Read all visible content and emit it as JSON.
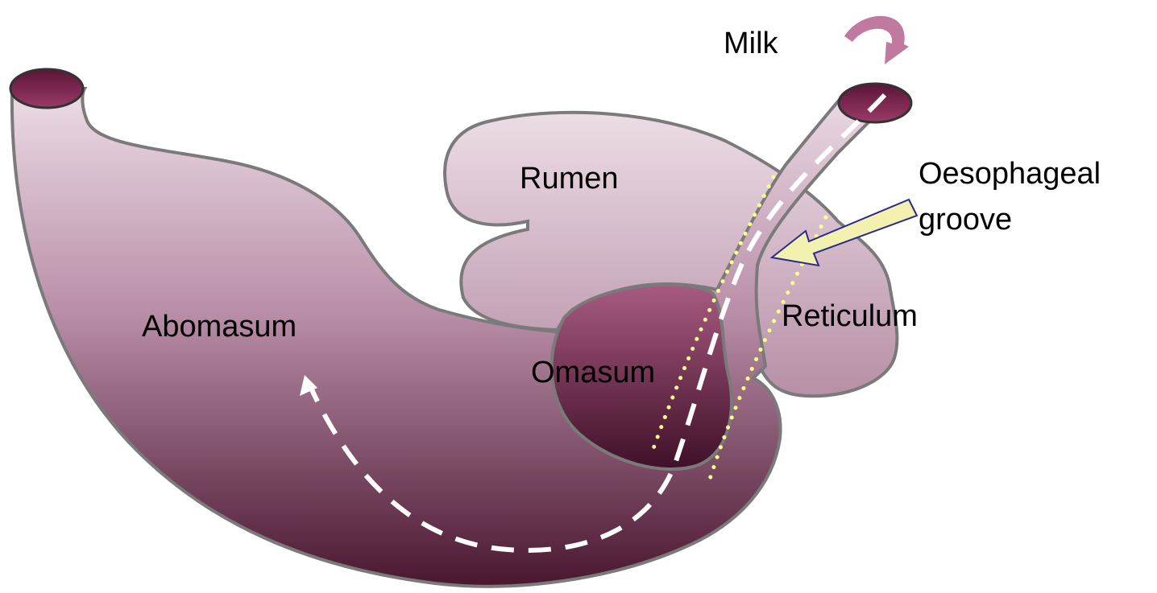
{
  "diagram": {
    "labels": {
      "milk": "Milk",
      "rumen": "Rumen",
      "abomasum": "Abomasum",
      "omasum": "Omasum",
      "reticulum": "Reticulum",
      "groove_line1": "Oesophageal",
      "groove_line2": "groove"
    },
    "colors": {
      "stomach_top": "#ecdde6",
      "stomach_bottom": "#4a1630",
      "rumen_top": "#ecdde6",
      "rumen_bottom": "#b78fa6",
      "omasum_top": "#a85a80",
      "omasum_bottom": "#3f1028",
      "outline": "#7a7a7a",
      "opening": "#7a1f4c",
      "milk_arrow": "#c07aa0",
      "flow_path": "#ffffff",
      "groove_dots": "#ffff88",
      "groove_arrow_fill": "#f3f1b0",
      "groove_arrow_stroke": "#2a2a8a"
    }
  }
}
